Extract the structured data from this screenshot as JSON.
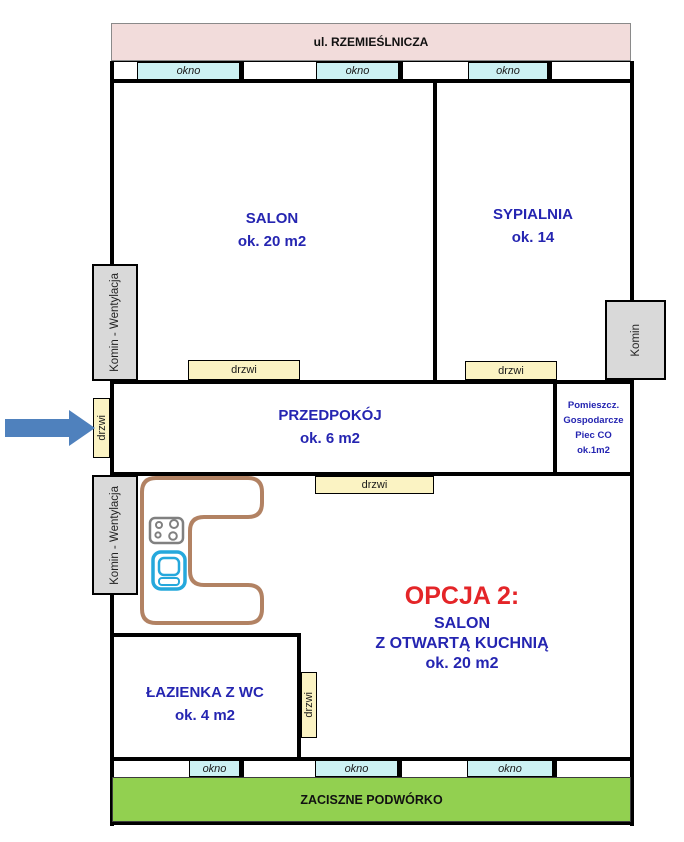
{
  "street": "ul. RZEMIEŚLNICZA",
  "courtyard": "ZACISZNE PODWÓRKO",
  "windows": {
    "top": [
      "okno",
      "okno",
      "okno"
    ],
    "bottom": [
      "okno",
      "okno",
      "okno"
    ]
  },
  "doors": {
    "salon": "drzwi",
    "sypialnia": "drzwi",
    "przedpokoj": "drzwi",
    "entrance": "drzwi",
    "lazienka": "drzwi"
  },
  "chimneys": {
    "upper_left": "Komin - Wentylacja",
    "lower_left": "Komin - Wentylacja",
    "right": "Komin"
  },
  "rooms": {
    "salon": {
      "name": "SALON",
      "area": "ok. 20 m2"
    },
    "sypialnia": {
      "name": "SYPIALNIA",
      "area": "ok. 14"
    },
    "przedpokoj": {
      "name": "PRZEDPOKÓJ",
      "area": "ok. 6 m2"
    },
    "pomieszczenie_gospodarcze": {
      "line1": "Pomieszcz.",
      "line2": "Gospodarcze",
      "line3": "Piec CO",
      "line4": "ok.1m2"
    },
    "lazienka": {
      "name": "ŁAZIENKA Z WC",
      "area": "ok. 4 m2"
    },
    "opcja2": {
      "title": "OPCJA 2:",
      "line1": "SALON",
      "line2": "Z OTWARTĄ KUCHNIĄ",
      "line3": "ok. 20 m2"
    }
  },
  "colors": {
    "street_bar": "#f2dcdb",
    "window": "#ccf1f3",
    "door": "#fbf3c3",
    "chimney": "#d9d9d9",
    "courtyard": "#92d050",
    "room_text": "#2525b1",
    "accent_red": "#e42528",
    "arrow": "#4f81bd",
    "counter": "#b28263",
    "sink": "#25a8dc",
    "stove": "#808080",
    "wall": "#000000"
  }
}
